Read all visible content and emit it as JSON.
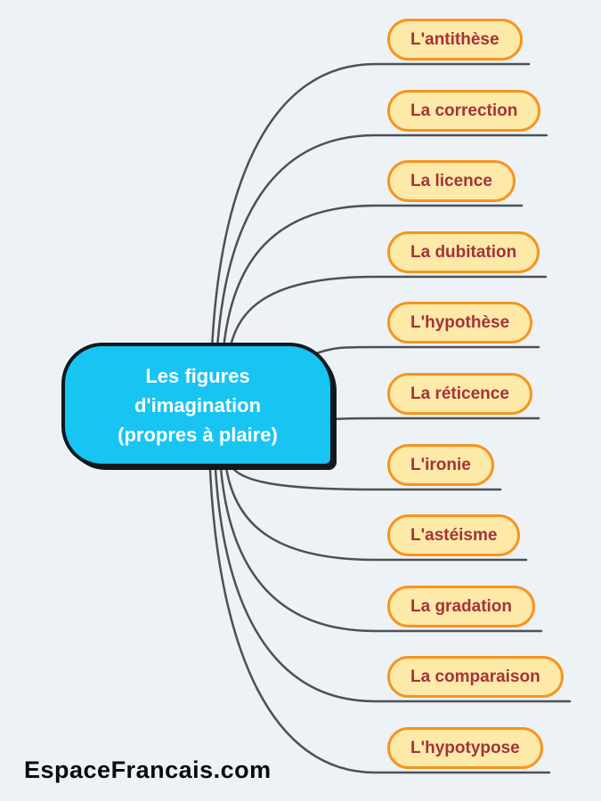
{
  "title": "Les figures d'imagination (propres à plaire)",
  "center": {
    "lines": [
      "Les figures",
      "d'imagination",
      "(propres à plaire)"
    ]
  },
  "branches": [
    {
      "label": "L'antithèse"
    },
    {
      "label": "La correction"
    },
    {
      "label": "La licence"
    },
    {
      "label": "La dubitation"
    },
    {
      "label": "L'hypothèse"
    },
    {
      "label": "La réticence"
    },
    {
      "label": "L'ironie"
    },
    {
      "label": "L'astéisme"
    },
    {
      "label": "La gradation"
    },
    {
      "label": "La comparaison"
    },
    {
      "label": "L'hypotypose"
    }
  ],
  "watermark": "EspaceFrancais.com",
  "colors": {
    "background": "#edf2f6",
    "connector": "#4b5156",
    "branch_fill": "#fde9a8",
    "branch_border": "#f7941e",
    "branch_text": "#a5333a",
    "center_fill": "#18c4f2",
    "center_border": "#10191f",
    "center_text": "#ffffff",
    "watermark_text": "#0b0b0d"
  }
}
